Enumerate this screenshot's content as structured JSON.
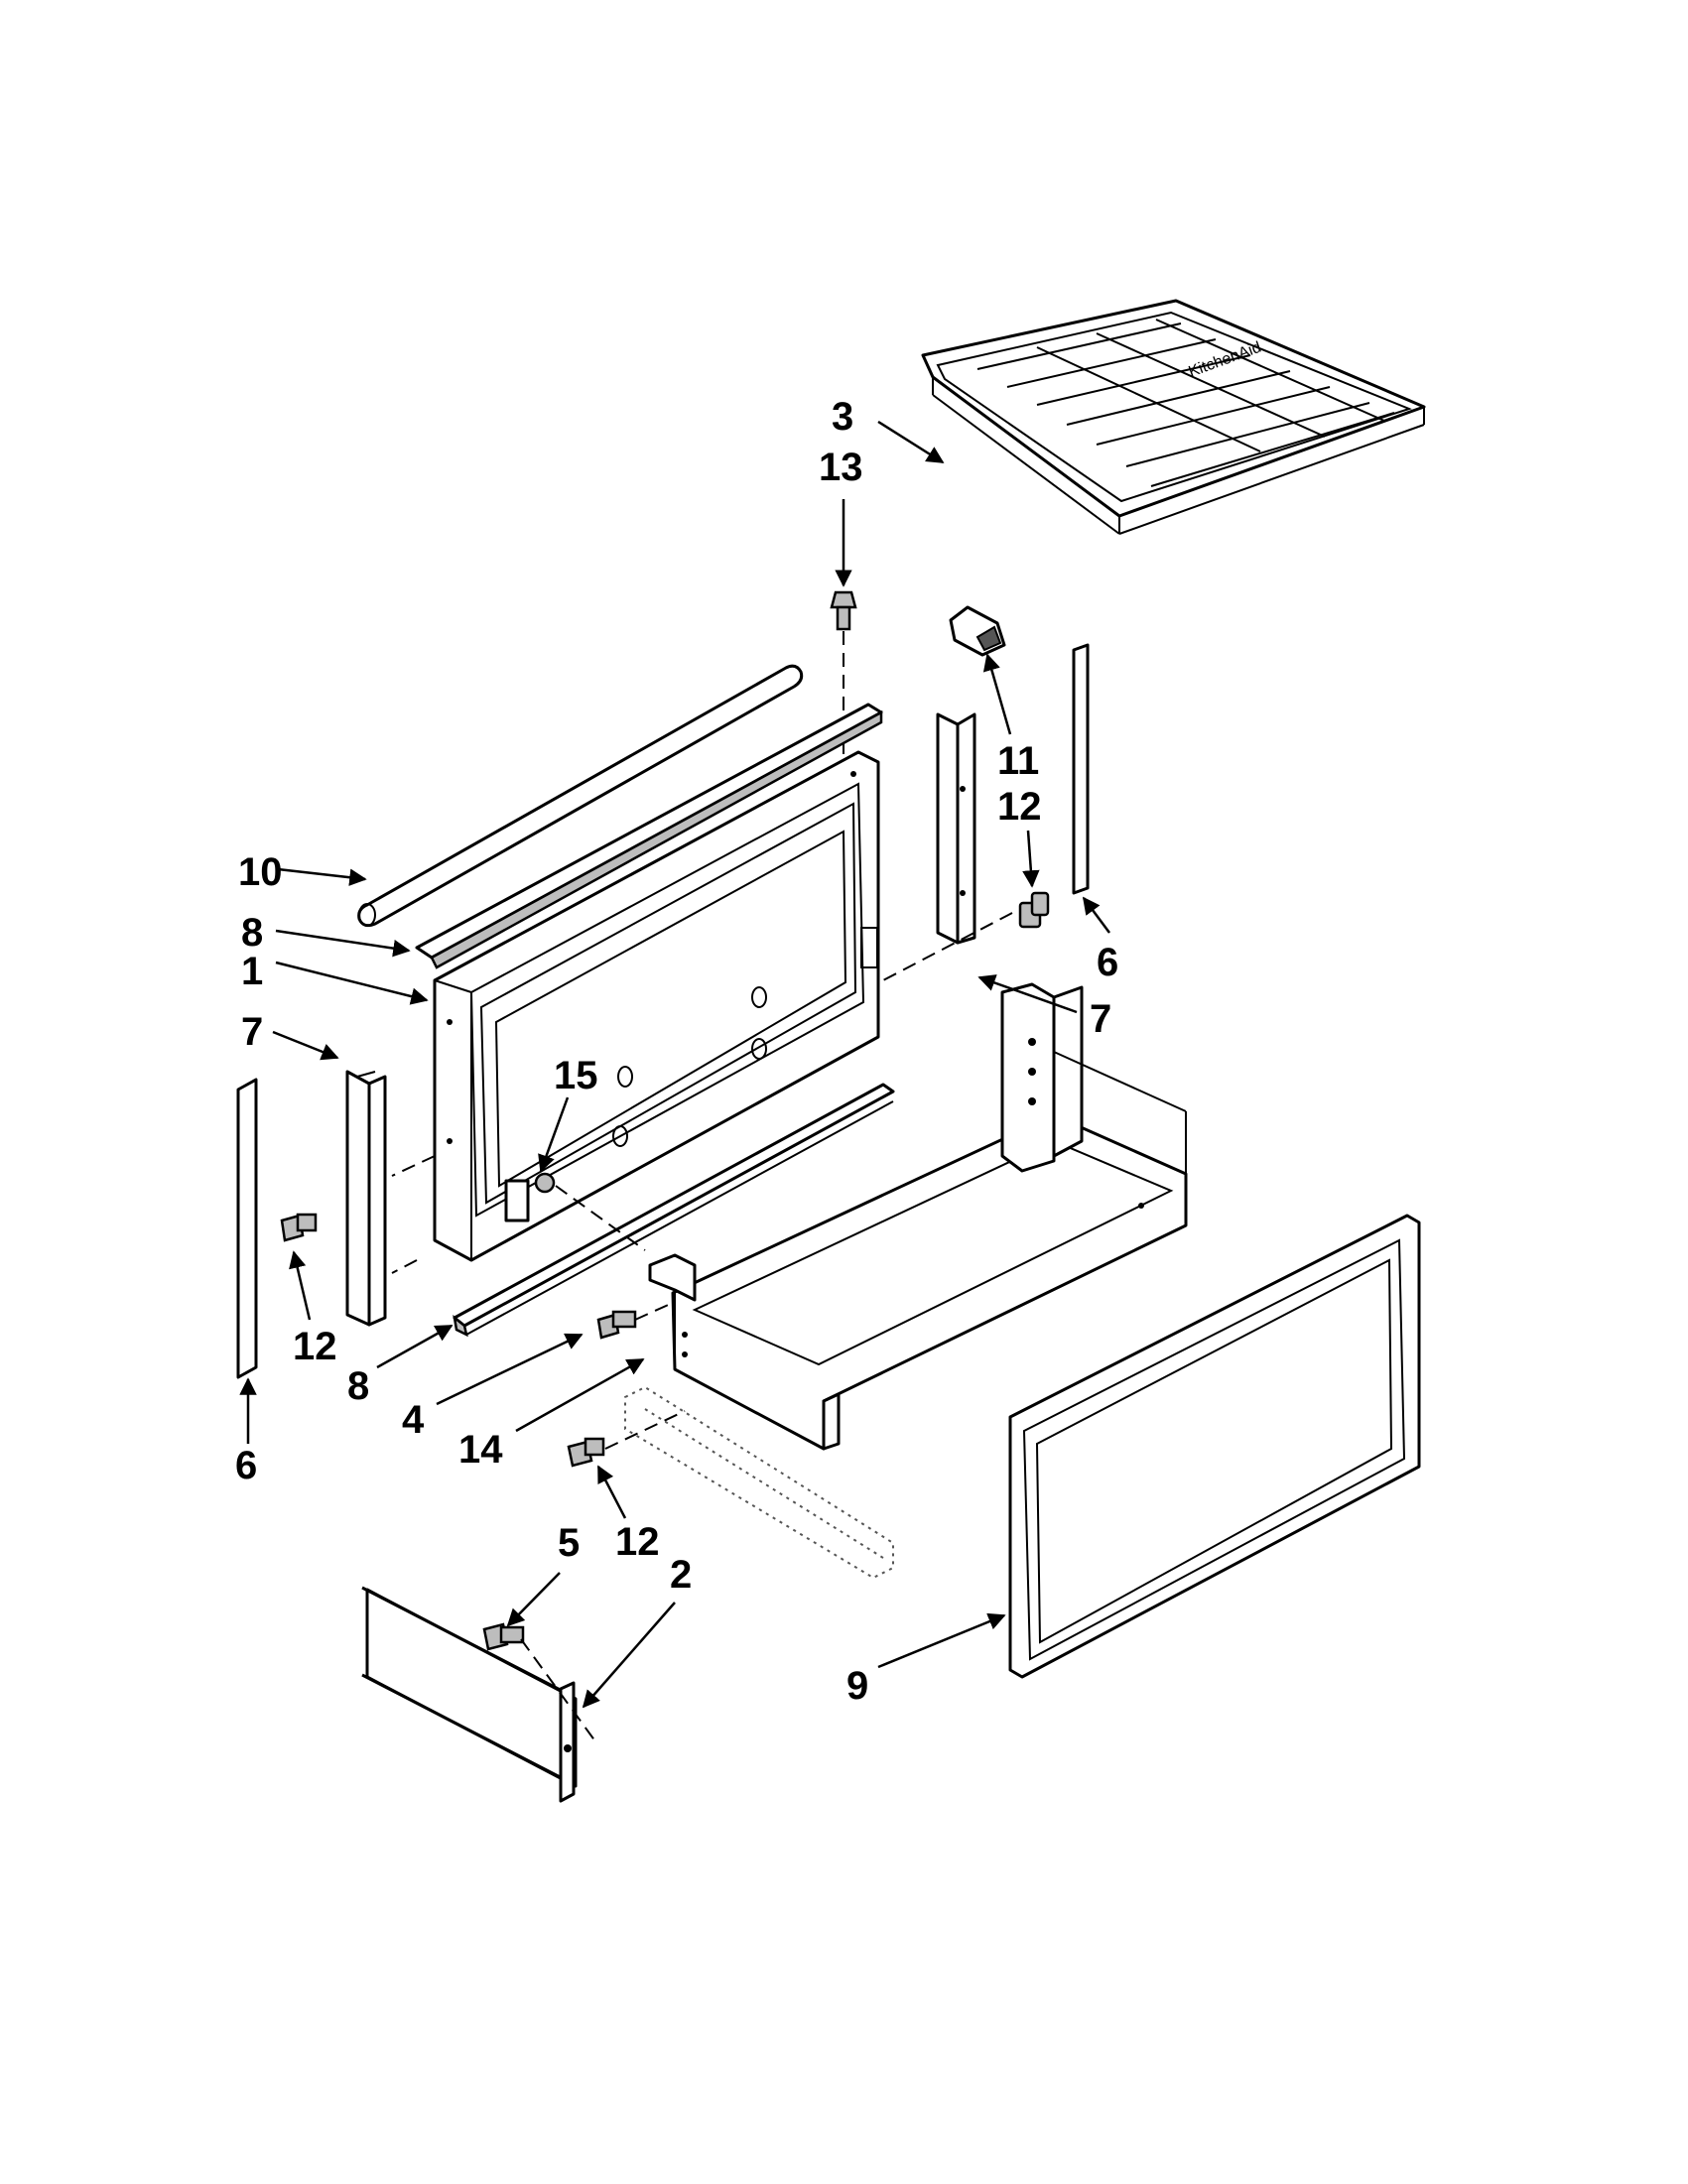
{
  "callouts": {
    "c1": "1",
    "c2": "2",
    "c3": "3",
    "c4": "4",
    "c5": "5",
    "c6_left": "6",
    "c6_right": "6",
    "c7_left": "7",
    "c7_right": "7",
    "c8_top": "8",
    "c8_bottom": "8",
    "c9": "9",
    "c10": "10",
    "c11": "11",
    "c12_upper_right": "12",
    "c12_left": "12",
    "c12_lower": "12",
    "c13": "13",
    "c14": "14",
    "c15": "15"
  },
  "shelf_brand_text": "KitchenAid"
}
